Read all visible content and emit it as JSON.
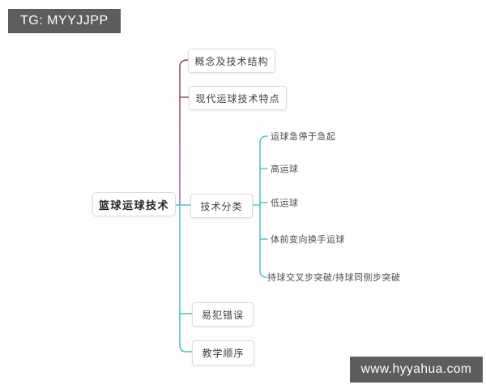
{
  "watermarks": {
    "top_left": "TG: MYYJJPP",
    "bottom_right": "www.hyyahua.com"
  },
  "colors": {
    "watermark_bg": "#5d5d5d",
    "watermark_text": "#ffffff",
    "branch_maroon": "#8a4f5f",
    "branch_purple": "#a471b4",
    "branch_cyan": "#52c3cb",
    "branch_teal": "#4fc2c0",
    "node_text": "#3f3f3f"
  },
  "mindmap": {
    "root": {
      "label": "篮球运球技术"
    },
    "branches": [
      {
        "label": "概念及技术结构"
      },
      {
        "label": "现代运球技术特点"
      },
      {
        "label": "技术分类",
        "children": [
          {
            "label": "运球急停于急起"
          },
          {
            "label": "高运球"
          },
          {
            "label": "低运球"
          },
          {
            "label": "体前变向换手运球"
          },
          {
            "label": "持球交叉步突破/持球同侧步突破"
          }
        ]
      },
      {
        "label": "易犯错误"
      },
      {
        "label": "教学顺序"
      }
    ]
  }
}
